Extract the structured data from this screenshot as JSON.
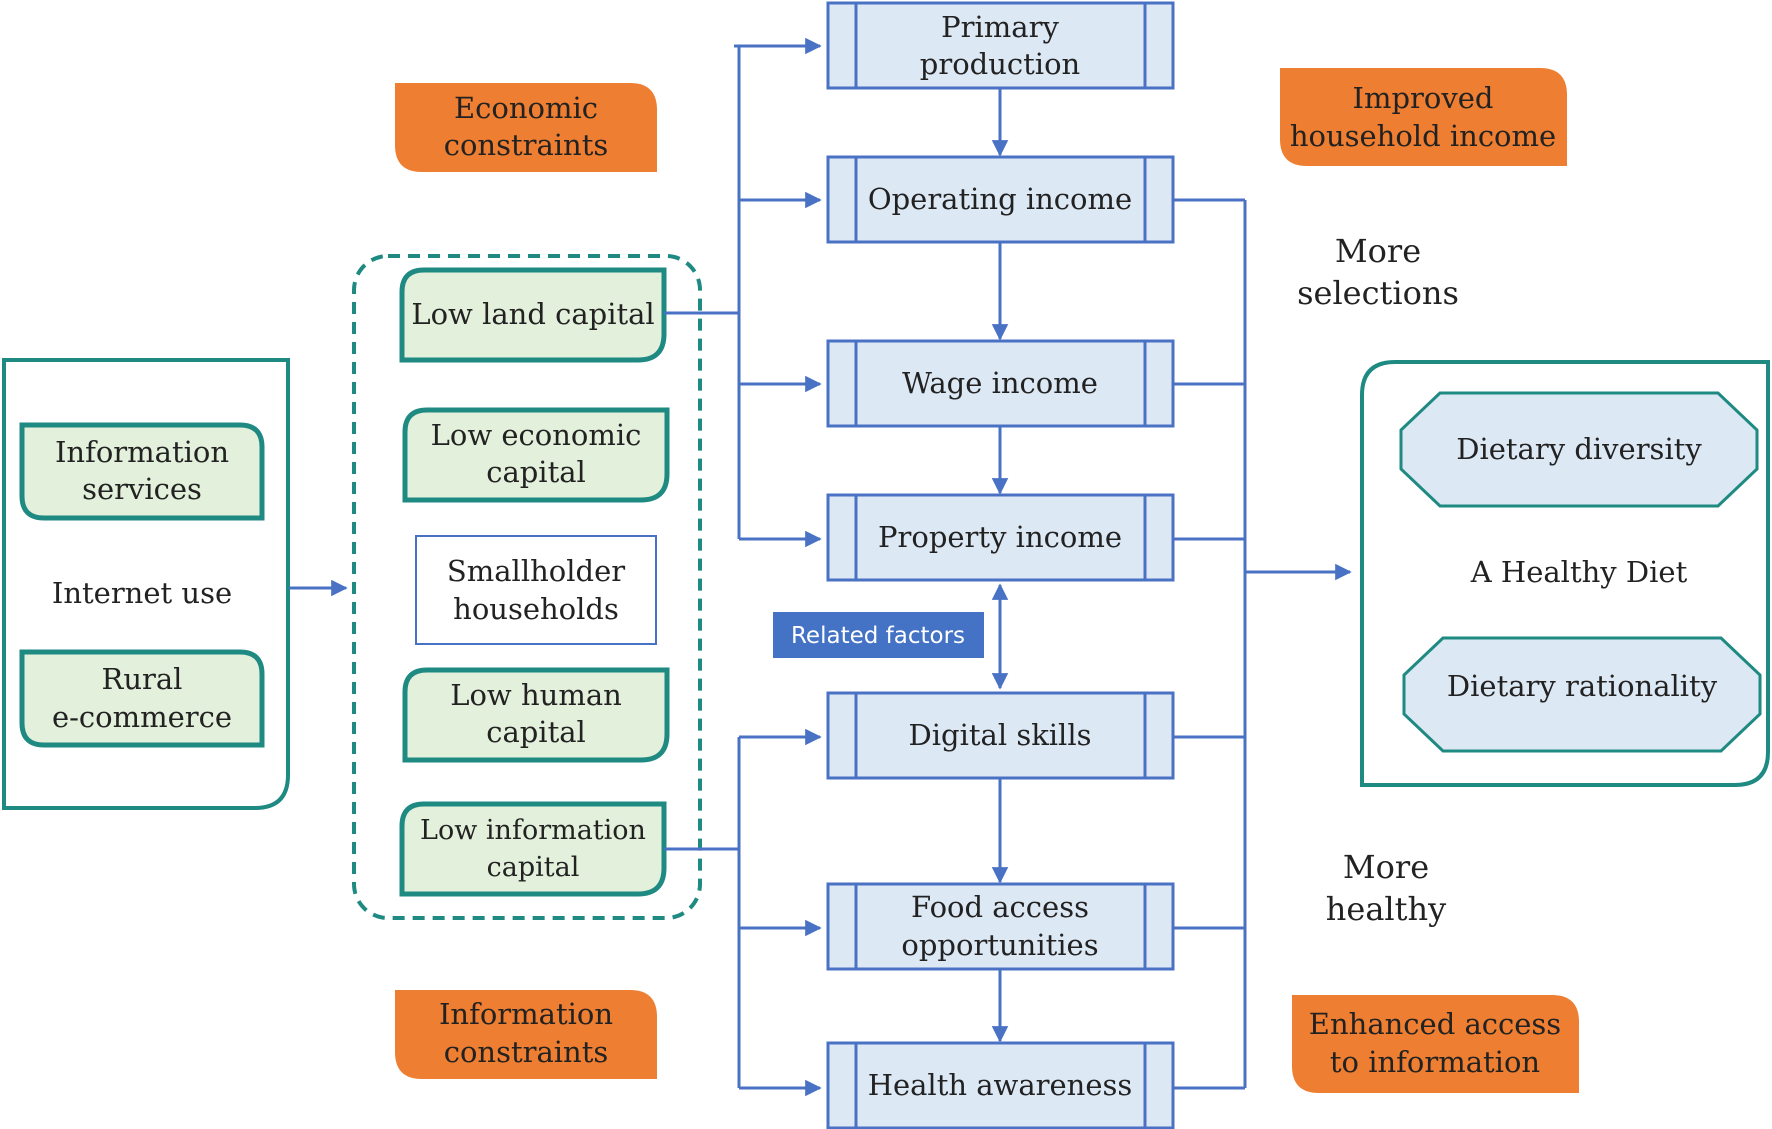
{
  "internet_panel": {
    "title": "Internet use",
    "items": [
      {
        "lines": [
          "Information",
          "services"
        ]
      },
      {
        "lines": [
          "Rural",
          "e-commerce"
        ]
      }
    ]
  },
  "household_group": {
    "center": [
      "Smallholder",
      "households"
    ],
    "capitals": [
      {
        "lines": [
          "Low land capital"
        ]
      },
      {
        "lines": [
          "Low economic",
          "capital"
        ]
      },
      {
        "lines": [
          "Low human",
          "capital"
        ]
      },
      {
        "lines": [
          "Low information",
          "capital"
        ]
      }
    ]
  },
  "constraints": {
    "economic": [
      "Economic",
      "constraints"
    ],
    "information": [
      "Information",
      "constraints"
    ]
  },
  "flow_boxes": [
    {
      "lines": [
        "Primary",
        "production"
      ]
    },
    {
      "lines": [
        "Operating income"
      ]
    },
    {
      "lines": [
        "Wage income"
      ]
    },
    {
      "lines": [
        "Property income"
      ]
    },
    {
      "lines": [
        "Digital skills"
      ]
    },
    {
      "lines": [
        "Food access",
        "opportunities"
      ]
    },
    {
      "lines": [
        "Health awareness"
      ]
    }
  ],
  "related_factors": "Related factors",
  "outcomes": {
    "improved_income": [
      "Improved",
      "household income"
    ],
    "enhanced_access": [
      "Enhanced access",
      "to information"
    ],
    "more_selections": [
      "More",
      "selections"
    ],
    "more_healthy": [
      "More",
      "healthy"
    ]
  },
  "healthy_diet_panel": {
    "title": "A Healthy Diet",
    "items": [
      {
        "lines": [
          "Dietary diversity"
        ]
      },
      {
        "lines": [
          "Dietary rationality"
        ]
      }
    ]
  },
  "colors": {
    "flow_blue": "#4a72c4",
    "teal": "#1e8a82",
    "orange": "#ee7e31",
    "green_fill": "#e3f0db",
    "blue_fill": "#dde8f5",
    "tag_blue": "#4472c4"
  }
}
